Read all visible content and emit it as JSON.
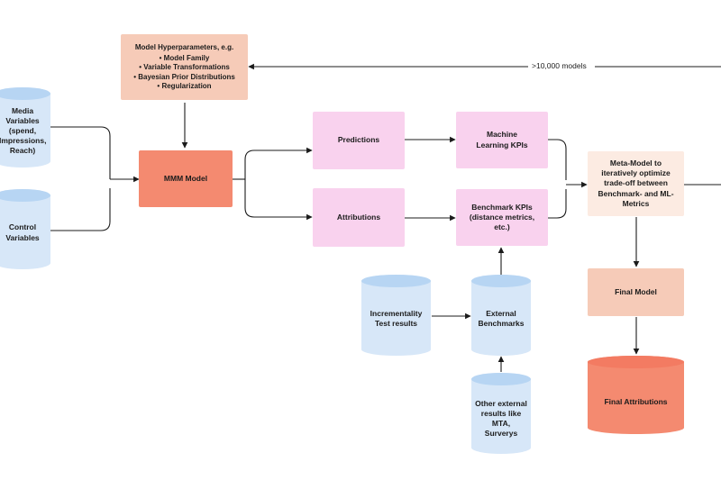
{
  "hyperparams": {
    "title": "Model Hyperparameters, e.g.",
    "items": [
      "Model Family",
      "Variable Transformations",
      "Bayesian Prior Distributions",
      "Regularization"
    ]
  },
  "loop_label": ">10,000 models",
  "inputs": {
    "media": "Media Variables (spend, Impressions, Reach)",
    "control": "Control Variables"
  },
  "mmm_model": "MMM Model",
  "predictions": "Predictions",
  "attributions": "Attributions",
  "ml_kpis": "Machine Learning KPIs",
  "benchmark_kpis": "Benchmark KPIs (distance metrics, etc.)",
  "meta_model": "Meta-Model to iteratively optimize trade-off between Benchmark- and ML-Metrics",
  "final_model": "Final Model",
  "final_attributions": "Final Attributions",
  "incrementality": "Incrementality Test results",
  "external_benchmarks": "External Benchmarks",
  "other_results": "Other external results like MTA, Surverys",
  "colors": {
    "pink": "#f9d2ee",
    "salmon": "#f6cbb8",
    "orange": "#f48a70",
    "peach": "#fcebe2",
    "blue": "#d7e7f8"
  }
}
